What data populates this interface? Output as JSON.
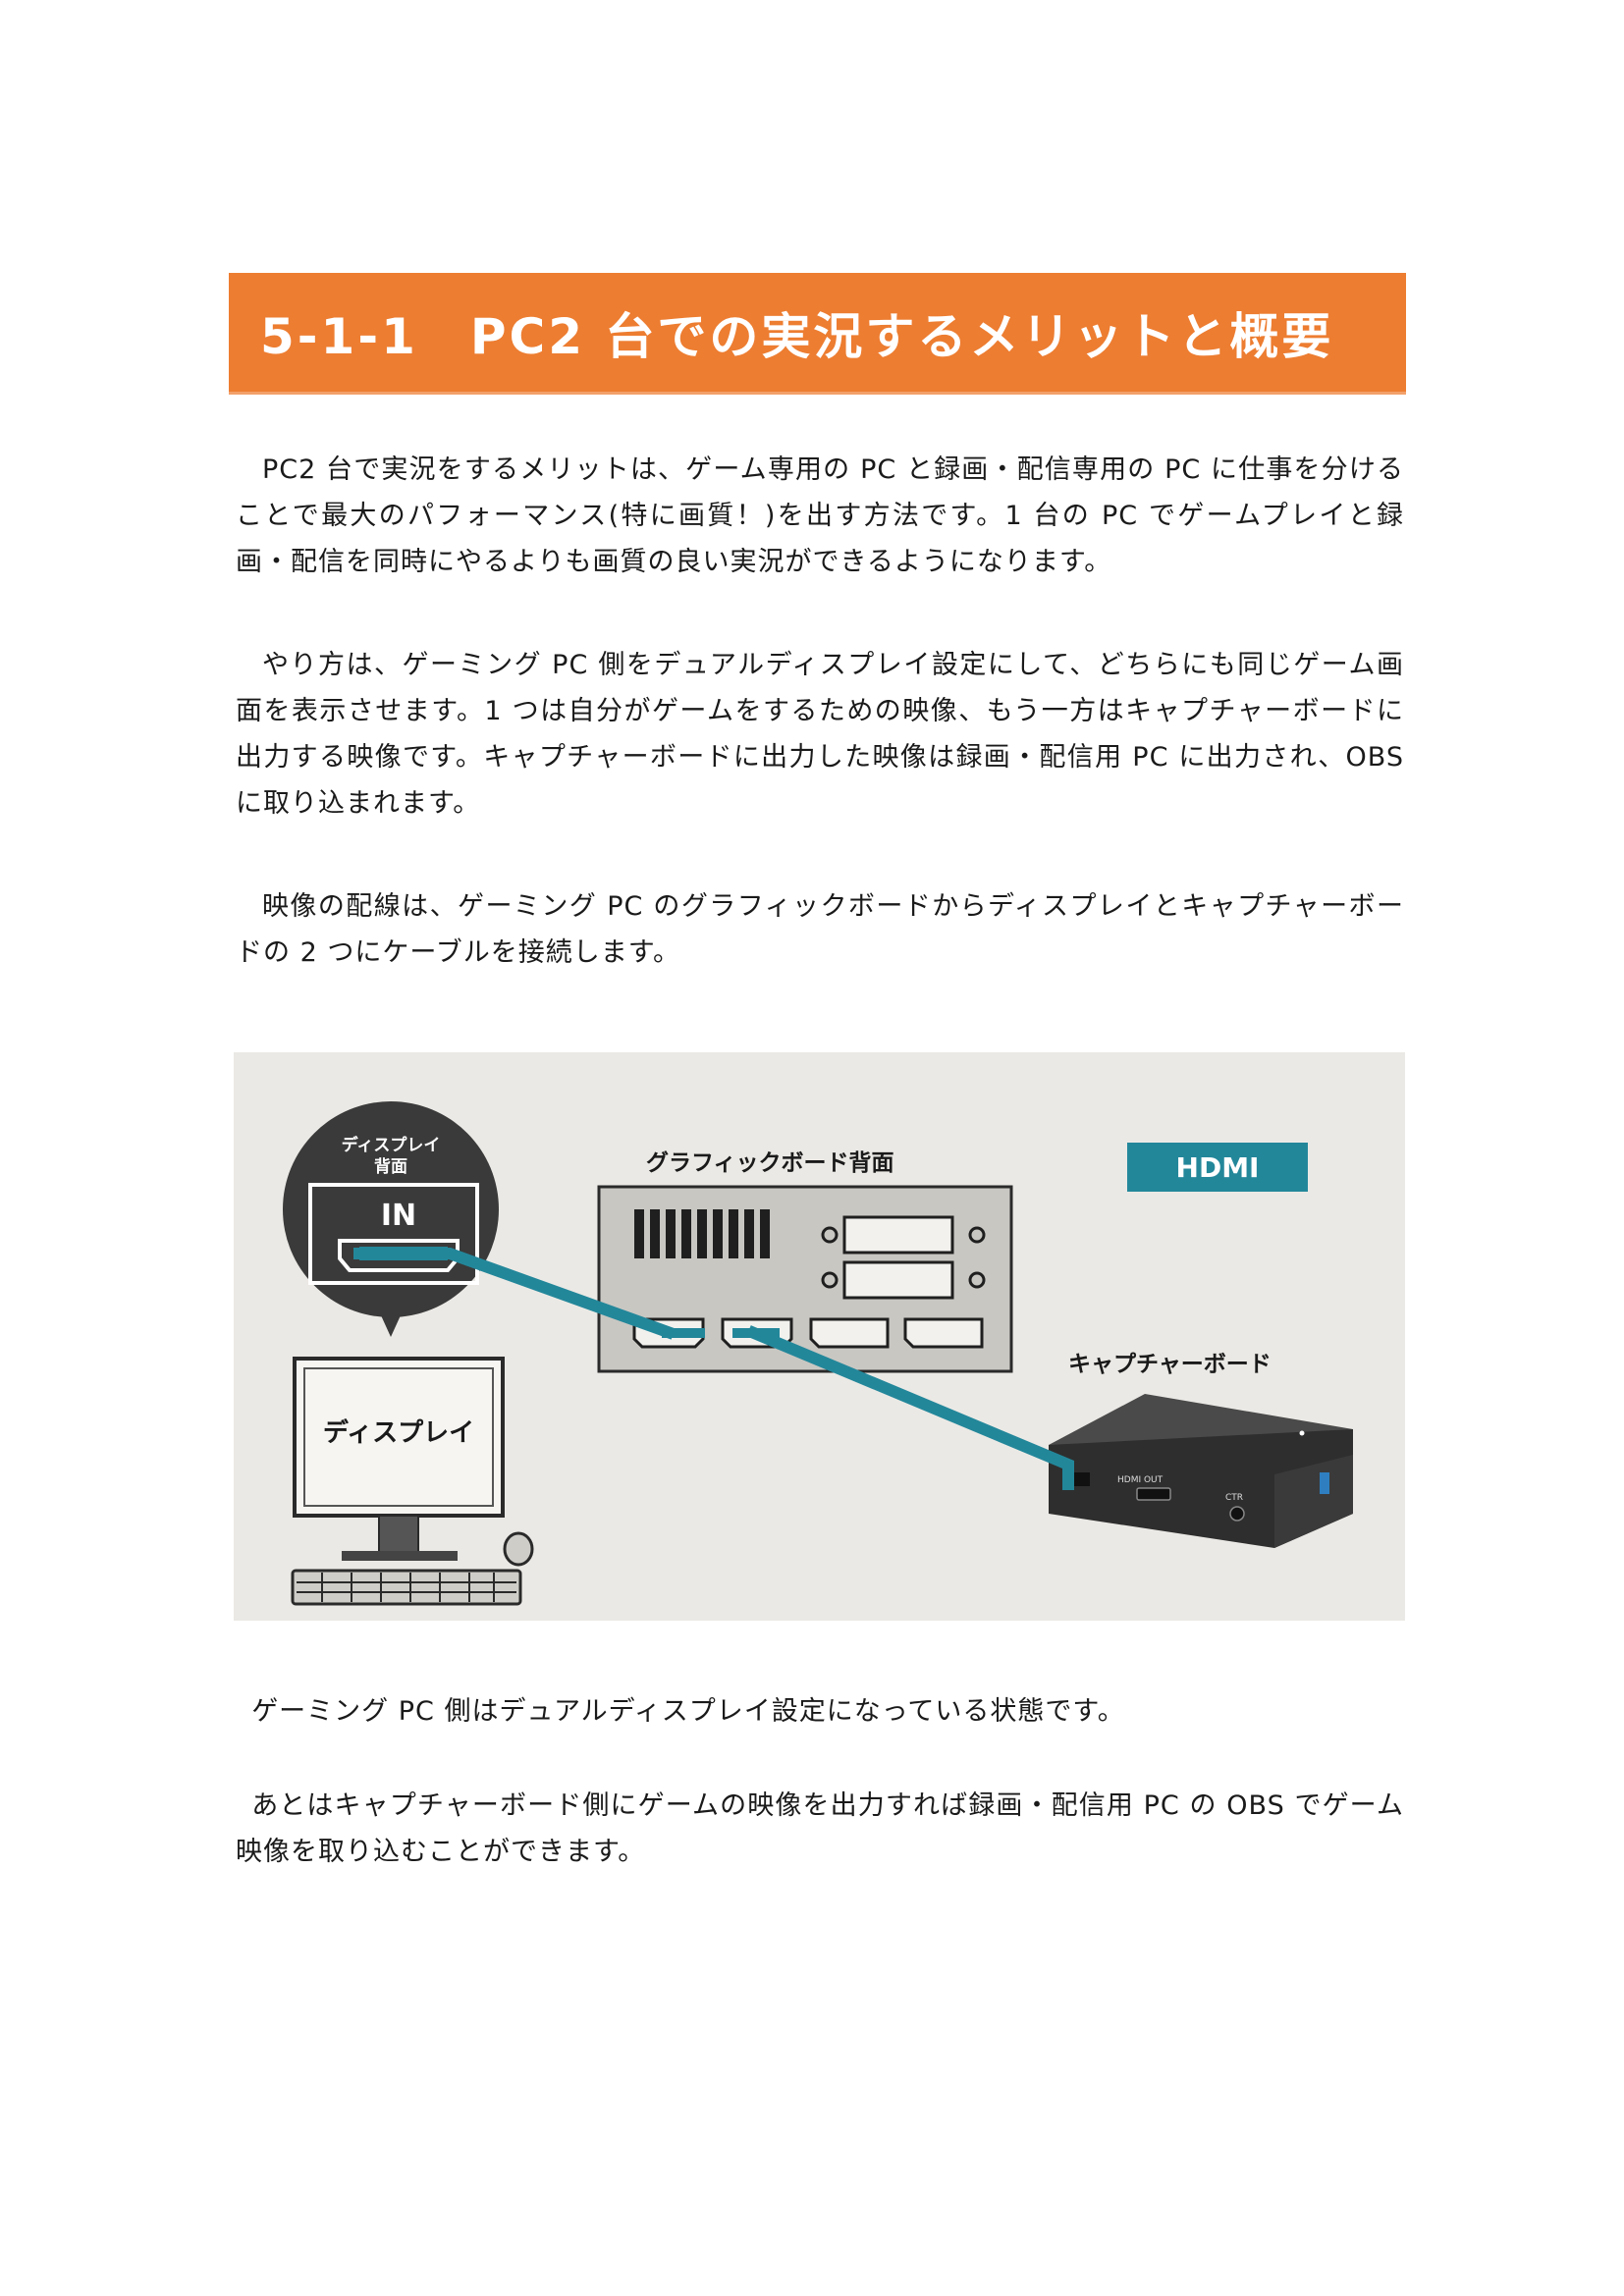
{
  "heading": "5-1-1　PC2 台での実況するメリットと概要",
  "paragraphs": [
    "PC2 台で実況をするメリットは、ゲーム専用の PC と録画・配信専用の PC に仕事を分けることで最大のパフォーマンス(特に画質！)を出す方法です。1 台の PC でゲームプレイと録画・配信を同時にやるよりも画質の良い実況ができるようになります。",
    "やり方は、ゲーミング PC 側をデュアルディスプレイ設定にして、どちらにも同じゲーム画面を表示させます。1 つは自分がゲームをするための映像、もう一方はキャプチャーボードに出力する映像です。キャプチャーボードに出力した映像は録画・配信用 PC に出力され、OBS に取り込まれます。",
    "映像の配線は、ゲーミング PC のグラフィックボードからディスプレイとキャプチャーボードの 2 つにケーブルを接続します。",
    "ゲーミング PC 側はデュアルディスプレイ設定になっている状態です。",
    "あとはキャプチャーボード側にゲームの映像を出力すれば録画・配信用 PC の OBS でゲーム映像を取り込むことができます。"
  ],
  "diagram": {
    "display_back_label_line1": "ディスプレイ",
    "display_back_label_line2": "背面",
    "in_label": "IN",
    "display_label": "ディスプレイ",
    "gpu_label": "グラフィックボード背面",
    "hdmi_label": "HDMI",
    "capture_label": "キャプチャーボード",
    "port_hdmi_out": "HDMI OUT",
    "port_ctr": "CTR",
    "colors": {
      "cable": "#23879a",
      "hdmi_badge": "#23879a",
      "heading_bg": "#ed7d31"
    }
  }
}
